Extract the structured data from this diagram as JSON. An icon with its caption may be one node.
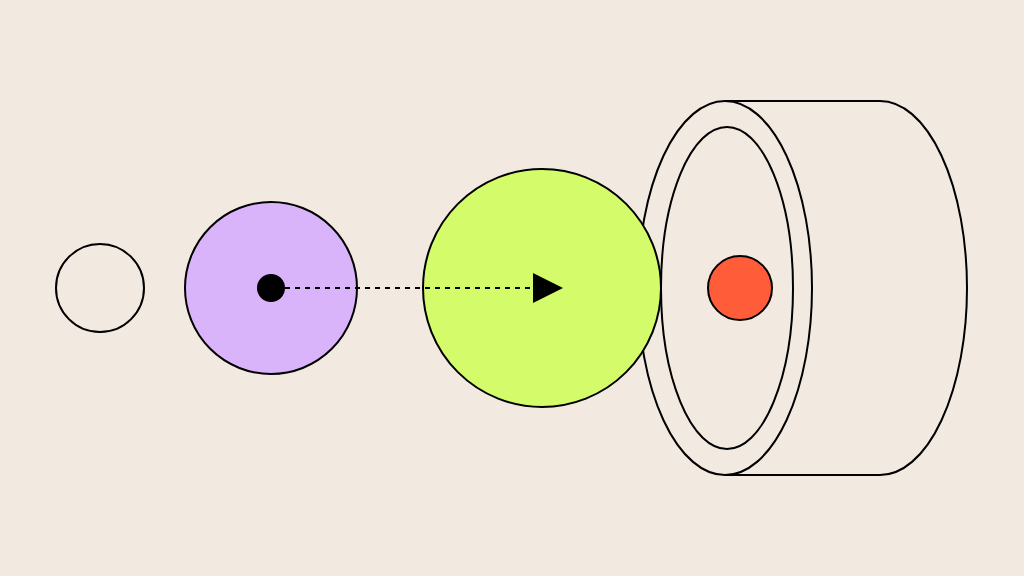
{
  "diagram": {
    "nodes": [
      {
        "text": [],
        "shape": "circle"
      },
      {
        "text": [],
        "shape": "circle"
      },
      {
        "text": [],
        "shape": "circle",
        "in": 1
      },
      {
        "text": [],
        "shape": "circle"
      },
      {
        "text": [],
        "shape": "cylinder"
      },
      {
        "text": [],
        "shape": "circle",
        "in": 4
      }
    ],
    "edges": [
      {
        "from": 2,
        "to": 3,
        "arrow": "to",
        "style": "dashed"
      }
    ]
  }
}
